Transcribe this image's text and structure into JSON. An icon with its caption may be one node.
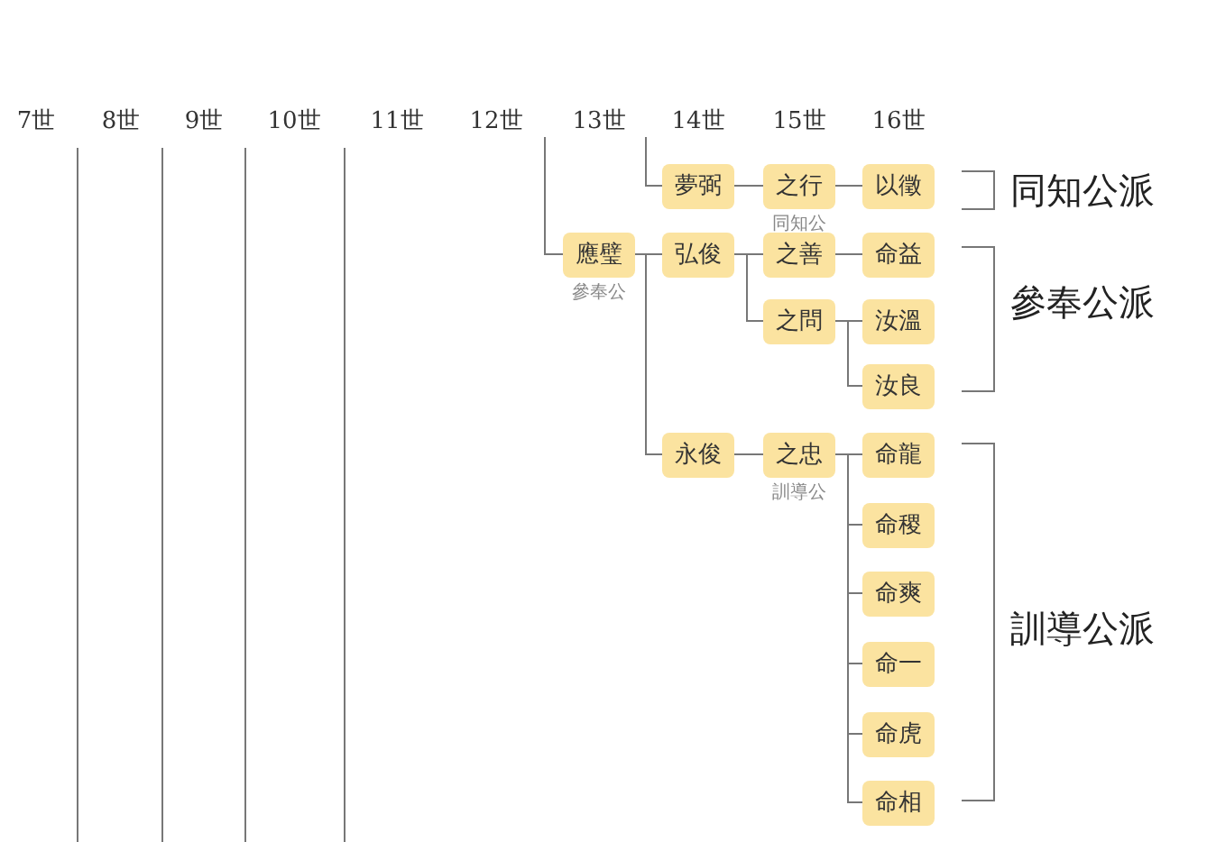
{
  "diagram": {
    "nodes": [
      {
        "text": [
          "夢弼"
        ]
      },
      {
        "text": [
          "之行"
        ],
        "beside": [
          "同知公"
        ]
      },
      {
        "text": [
          "以徵"
        ]
      },
      {
        "text": [
          "應璧"
        ],
        "beside": [
          "參奉公"
        ]
      },
      {
        "text": [
          "弘俊"
        ]
      },
      {
        "text": [
          "之善"
        ]
      },
      {
        "text": [
          "命益"
        ]
      },
      {
        "text": [
          "之問"
        ]
      },
      {
        "text": [
          "汝溫"
        ]
      },
      {
        "text": [
          "汝良"
        ]
      },
      {
        "text": [
          "永俊"
        ]
      },
      {
        "text": [
          "之忠"
        ],
        "beside": [
          "訓導公"
        ]
      },
      {
        "text": [
          "命龍"
        ]
      },
      {
        "text": [
          "命稷"
        ]
      },
      {
        "text": [
          "命爽"
        ]
      },
      {
        "text": [
          "命一"
        ]
      },
      {
        "text": [
          "命虎"
        ]
      },
      {
        "text": [
          "命相"
        ]
      }
    ],
    "edges": [
      {
        "from": null,
        "to": 0,
        "arrow": "none"
      },
      {
        "from": null,
        "to": 3,
        "arrow": "none"
      },
      {
        "from": 0,
        "to": 1,
        "arrow": "none"
      },
      {
        "from": 1,
        "to": 2,
        "arrow": "none"
      },
      {
        "from": 3,
        "to": 4,
        "arrow": "none"
      },
      {
        "from": 3,
        "to": 10,
        "arrow": "none"
      },
      {
        "from": 4,
        "to": 5,
        "arrow": "none"
      },
      {
        "from": 4,
        "to": 7,
        "arrow": "none"
      },
      {
        "from": 5,
        "to": 6,
        "arrow": "none"
      },
      {
        "from": 7,
        "to": 8,
        "arrow": "none"
      },
      {
        "from": 7,
        "to": 9,
        "arrow": "none"
      },
      {
        "from": 10,
        "to": 11,
        "arrow": "none"
      },
      {
        "from": 11,
        "to": 12,
        "arrow": "none"
      },
      {
        "from": 11,
        "to": 13,
        "arrow": "none"
      },
      {
        "from": 11,
        "to": 14,
        "arrow": "none"
      },
      {
        "from": 11,
        "to": 15,
        "arrow": "none"
      },
      {
        "from": 11,
        "to": 16,
        "arrow": "none"
      },
      {
        "from": 11,
        "to": 17,
        "arrow": "none"
      }
    ],
    "labels": [
      "7世",
      "8世",
      "9世",
      "10世",
      "11世",
      "12世",
      "13世",
      "14世",
      "15世",
      "16世",
      "同知公派",
      "參奉公派",
      "訓導公派"
    ]
  }
}
